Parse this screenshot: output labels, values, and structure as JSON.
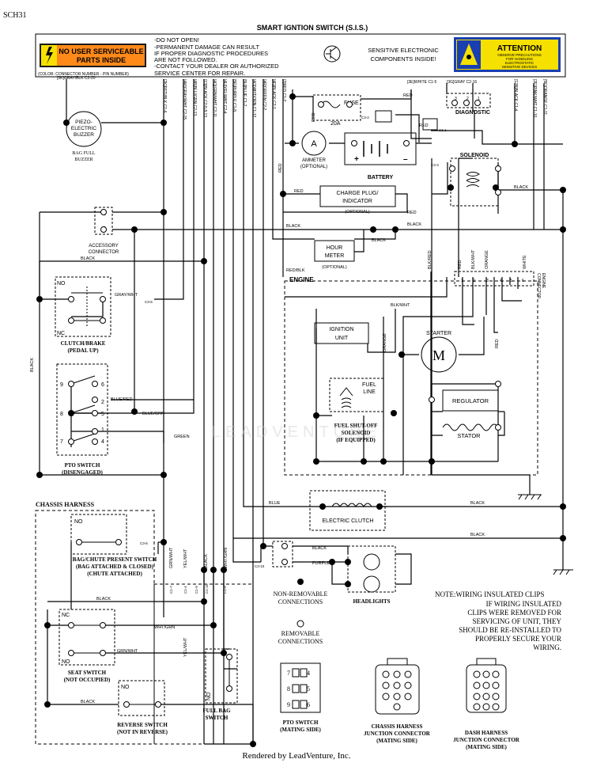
{
  "page_code": "SCH31",
  "sis": {
    "title": "SMART IGNTION SWITCH (S.I.S.)",
    "warning_badge_1": "NO USER SERVICEABLE",
    "warning_badge_2": "PARTS INSIDE",
    "color_note": "(COLOR: CONNECTOR NUMBER - PIN NUMBER)",
    "warnings": [
      "-DO NOT OPEN!",
      "-PERMANENT DAMAGE CAN RESULT",
      " IF PROPER DIAGNOSTIC PROCEDURES",
      " ARE NOT FOLLOWED.",
      "-CONTACT YOUR DEALER OR AUTHORIZED",
      " SERVICE CENTER FOR REPAIR."
    ],
    "sensitive_1": "SENSITIVE ELECTRONIC",
    "sensitive_2": "COMPONENTS INSIDE!",
    "attention_title": "ATTENTION",
    "attention_1": "OBSERVE PRECAUTIONS",
    "attention_2": "FOR HANDLING",
    "attention_3": "ELECTROSTATIC",
    "attention_4": "SENSITIVE DEVICES"
  },
  "pins": {
    "gray_blk": "[3K]GRAY/BLK C2-20",
    "red_blk": "[2K]RED/BLK C1-6",
    "gray_wht": "[4M]GRAY/WHT C2-15",
    "blu_grn": "[4B]BLU/GRN C2-13",
    "blk_c2": "[13]BLACK C2-5,8,13",
    "grn_wht": "[4Q]GRN/WHT C2-11",
    "yel_wht": "[4U]YEL/WHT C2-4",
    "purple": "[5F]PURPLE C1-8",
    "blue": "[5U]BLUE C1-7",
    "wht_orn": "[4O]WHT/ORN C1-12",
    "green": "[4R]GREEN C2-2",
    "black_c1": "[4D]BLACK C2-1",
    "red_c1": "[2]RED C1-2",
    "white_c1": "[3E]WHITE C1-5",
    "gray_c2": "[3G]GRAY C2-16",
    "black_c1_4": "[12B]BLACK C1-4",
    "pink_wht": "[2E]PINK/WHT C1-10",
    "orange": "[5E]ORANGE C1-11"
  },
  "components": {
    "buzzer_1": "PIEZO-",
    "buzzer_2": "ELECTRIC",
    "buzzer_3": "BUZZER",
    "bag_full_1": "BAG FULL",
    "bag_full_2": "BUZZER",
    "fuse": "FUSE",
    "fuse_rating": "20A",
    "diagnostic": "DIAGNOSTIC",
    "ammeter_symbol": "A",
    "ammeter": "AMMETER",
    "ammeter_opt": "(OPTIONAL)",
    "battery": "BATTERY",
    "solenoid": "SOLENOID",
    "charge_1": "CHARGE PLUG/",
    "charge_2": "INDICATOR",
    "charge_opt": "(OPTIONAL)",
    "accessory_1": "ACCESSORY",
    "accessory_2": "CONNECTOR",
    "hour_1": "HOUR",
    "hour_2": "METER",
    "hour_opt": "(OPTIONAL)",
    "engine": "ENGINE",
    "engine_conn_1": "ENGINE",
    "engine_conn_2": "CONNECTOR",
    "ignition_1": "IGNITION",
    "ignition_2": "UNIT",
    "starter": "STARTER",
    "starter_symbol": "M",
    "fuel_line_1": "FUEL",
    "fuel_line_2": "LINE",
    "fuel_shut_1": "FUEL SHUT-OFF",
    "fuel_shut_2": "SOLENOID",
    "fuel_shut_3": "(IF EQUIPPED)",
    "regulator": "REGULATOR",
    "stator": "STATOR",
    "clutch_1": "CLUTCH/BRAKE",
    "clutch_2": "(PEDAL UP)",
    "pto_1": "PTO SWITCH",
    "pto_2": "(DISENGAGED)",
    "electric_clutch": "ELECTRIC CLUTCH",
    "chassis": "CHASSIS HARNESS",
    "bag_chute_1": "BAG/CHUTE PRESENT SWITCH",
    "bag_chute_2": "(BAG ATTACHED & CLOSED)",
    "bag_chute_3": "(CHUTE ATTACHED)",
    "seat_1": "SEAT SWITCH",
    "seat_2": "(NOT OCCUPIED)",
    "reverse_1": "REVERSE SWITCH",
    "reverse_2": "(NOT IN REVERSE)",
    "full_bag_1": "FULL BAG",
    "full_bag_2": "SWITCH",
    "headlights": "HEADLIGHTS",
    "no": "NO",
    "nc": "NC"
  },
  "wires": {
    "red": "RED",
    "black": "BLACK",
    "red_blk": "RED/BLK",
    "blk_wht": "BLK/WHT",
    "blk_red": "BLK/RED",
    "orange": "ORANGE",
    "white": "WHITE",
    "gray_wht": "GRAY/WHT",
    "blu_red": "BLUE/RED",
    "blu_grn": "BLUE/GRN",
    "green": "GREEN",
    "blue": "BLUE",
    "purple": "PURPLE",
    "grn_wht": "GRN/WHT",
    "yel_wht": "YEL/WHT",
    "wht_grn": "WHT/GRN",
    "grn_wht_v": "GRN/WHT"
  },
  "connectors": {
    "c3_5": "C3-5",
    "c3_6": "C3-6",
    "c3_10": "C3-10",
    "c3_2": "C3-2",
    "c3_1": "C3-1",
    "c3_3": "C3-3",
    "c1_7": "C1-7",
    "c1_4": "C1-4",
    "c1_9": "C1-9",
    "c1_11": "C1-11",
    "c1_8": "C1-8"
  },
  "legend": {
    "non_removable_1": "NON-REMOVABLE",
    "non_removable_2": "CONNECTIONS",
    "removable_1": "REMOVABLE",
    "removable_2": "CONNECTIONS",
    "pto_mating_1": "PTO SWITCH",
    "pto_mating_2": "(MATING SIDE)",
    "chassis_junction_1": "CHASSIS HARNESS",
    "chassis_junction_2": "JUNCTION CONNECTOR",
    "chassis_junction_3": "(MATING SIDE)",
    "dash_junction_1": "DASH HARNESS",
    "dash_junction_2": "JUNCTION CONNECTOR",
    "dash_junction_3": "(MATING SIDE)"
  },
  "note": [
    "NOTE:WIRING INSULATED CLIPS",
    "IF WIRING INSULATED",
    "CLIPS WERE REMOVED FOR",
    "SERVICING OF UNIT, THEY",
    "SHOULD BE RE-INSTALLED TO",
    "PROPERLY SECURE YOUR",
    "WIRING."
  ],
  "watermark": "LEADVENTURE",
  "footer": "Rendered by LeadVenture, Inc."
}
